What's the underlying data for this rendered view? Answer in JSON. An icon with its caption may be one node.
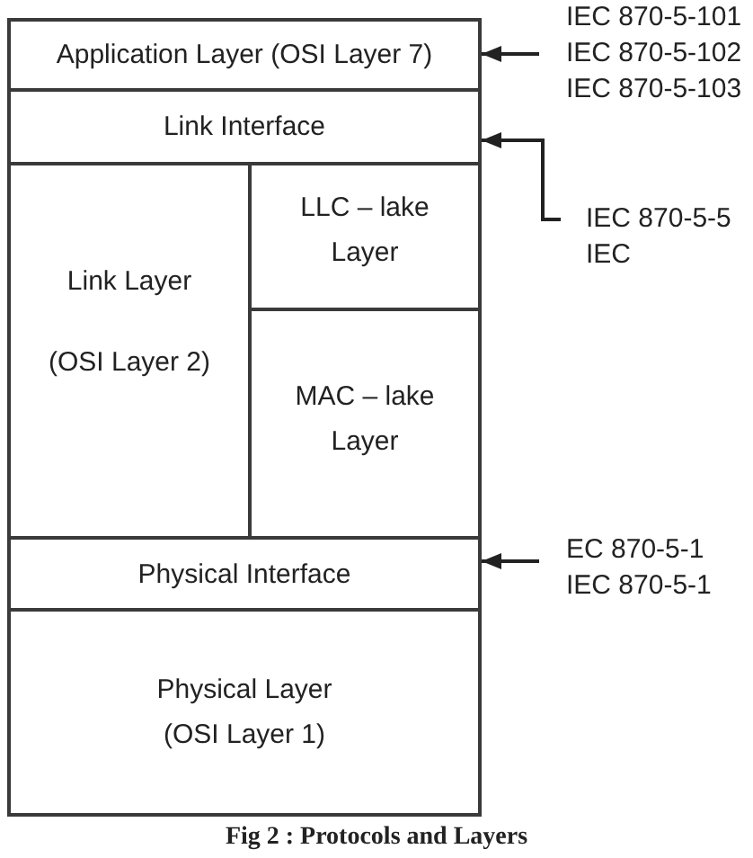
{
  "diagram": {
    "caption": "Fig 2 : Protocols and Layers",
    "nodes": [
      {
        "text": [
          "Application Layer (OSI Layer 7)"
        ]
      },
      {
        "text": [
          "Link Interface"
        ]
      },
      {
        "text": [
          "Link Layer",
          "(OSI Layer 2)"
        ]
      },
      {
        "text": [
          "LLC – lake Layer"
        ]
      },
      {
        "text": [
          "MAC – lake Layer"
        ]
      },
      {
        "text": [
          "Physical Interface"
        ]
      },
      {
        "text": [
          "Physical Layer (OSI Layer 1)"
        ]
      },
      {
        "text": [
          "IEC 870-5-101",
          "IEC 870-5-102",
          "IEC 870-5-103"
        ]
      },
      {
        "text": [
          "IEC 870-5-5",
          "IEC"
        ]
      },
      {
        "text": [
          "EC 870-5-1",
          "IEC 870-5-1"
        ]
      }
    ],
    "edges": [
      {
        "from": 7,
        "to": 0,
        "arrow": "to"
      },
      {
        "from": 8,
        "to": 1,
        "arrow": "to"
      },
      {
        "from": 9,
        "to": 5,
        "arrow": "to"
      }
    ]
  }
}
